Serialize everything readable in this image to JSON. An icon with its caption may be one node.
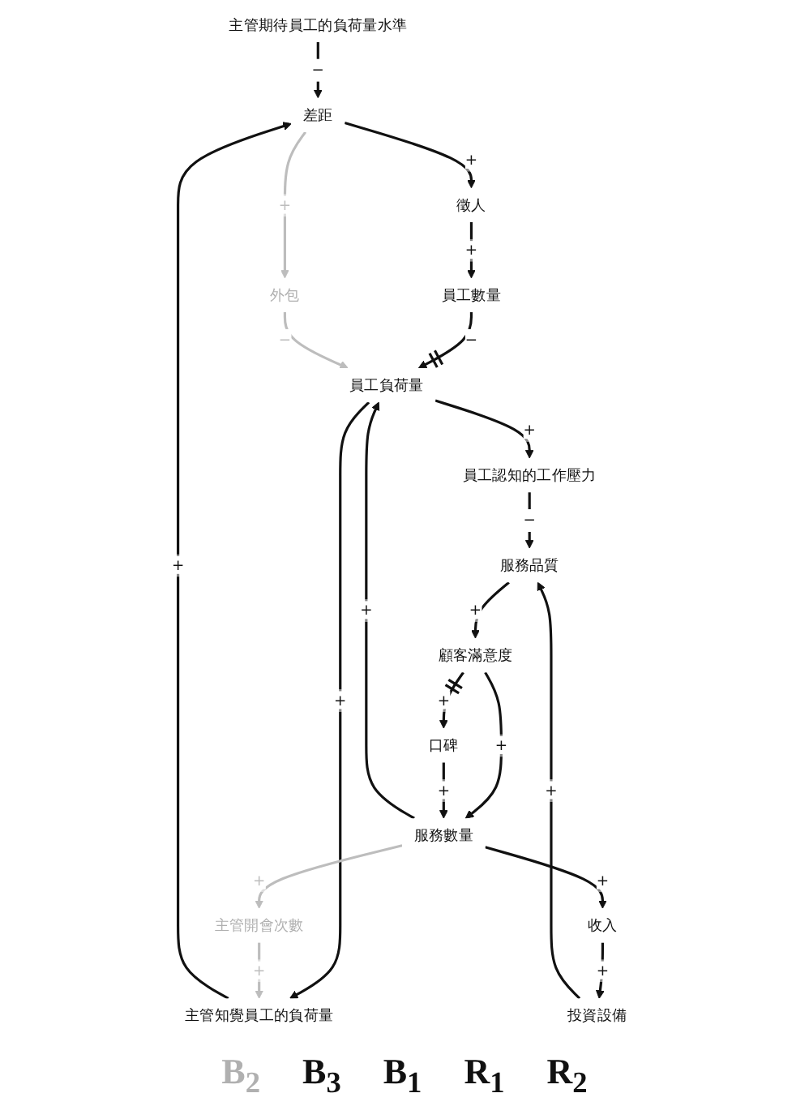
{
  "diagram": {
    "nodes": [
      {
        "text": [
          "主管期待員工的負荷量水準"
        ]
      },
      {
        "text": [
          "差距"
        ]
      },
      {
        "text": [
          "徵人"
        ]
      },
      {
        "text": [
          "主管知覺員工的負荷量"
        ]
      },
      {
        "text": [
          "外包"
        ]
      },
      {
        "text": [
          "員工數量"
        ]
      },
      {
        "text": [
          "員工負荷量"
        ]
      },
      {
        "text": [
          "主管開會次數"
        ]
      },
      {
        "text": [
          "員工認知的工作壓力"
        ]
      },
      {
        "text": [
          "收入"
        ]
      },
      {
        "text": [
          "投資設備"
        ]
      },
      {
        "text": [
          "服務數量"
        ]
      },
      {
        "text": [
          "服務品質"
        ]
      },
      {
        "text": [
          "口碑"
        ]
      },
      {
        "text": [
          "顧客滿意度"
        ]
      }
    ],
    "edges": [
      {
        "from": 0,
        "to": 1,
        "arrow": "to",
        "label": "−"
      },
      {
        "from": 3,
        "to": 1,
        "arrow": "to",
        "label": "+"
      },
      {
        "from": 1,
        "to": 2,
        "arrow": "to",
        "label": "+"
      },
      {
        "from": 1,
        "to": 4,
        "arrow": "to",
        "label": "+",
        "color": "#bdbdbd"
      },
      {
        "from": 2,
        "to": 5,
        "arrow": "to",
        "label": "+"
      },
      {
        "from": 5,
        "to": 6,
        "arrow": "to",
        "label": "−"
      },
      {
        "from": 4,
        "to": 6,
        "arrow": "to",
        "label": "−",
        "color": "#bdbdbd"
      },
      {
        "from": 6,
        "to": 3,
        "arrow": "to",
        "label": "+"
      },
      {
        "from": 6,
        "to": 8,
        "arrow": "to",
        "label": "+"
      },
      {
        "from": 11,
        "to": 6,
        "arrow": "to",
        "label": "+"
      },
      {
        "from": 11,
        "to": 7,
        "arrow": "to",
        "label": "+",
        "color": "#bdbdbd"
      },
      {
        "from": 7,
        "to": 3,
        "arrow": "to",
        "label": "+",
        "color": "#bdbdbd"
      },
      {
        "from": 11,
        "to": 9,
        "arrow": "to",
        "label": "+"
      },
      {
        "from": 9,
        "to": 10,
        "arrow": "to",
        "label": "+"
      },
      {
        "from": 10,
        "to": 12,
        "arrow": "to",
        "label": "+"
      },
      {
        "from": 8,
        "to": 12,
        "arrow": "to",
        "label": "−"
      },
      {
        "from": 12,
        "to": 14,
        "arrow": "to",
        "label": "+"
      },
      {
        "from": 14,
        "to": 11,
        "arrow": "to",
        "label": "+"
      },
      {
        "from": 14,
        "to": 13,
        "arrow": "to",
        "label": "+"
      },
      {
        "from": 13,
        "to": 11,
        "arrow": "to",
        "label": "+"
      }
    ],
    "labels": [
      "B$_{2}$",
      "B$_{3}$",
      "B$_{1}$",
      "R$_{1}$",
      "R$_{2}$"
    ]
  }
}
